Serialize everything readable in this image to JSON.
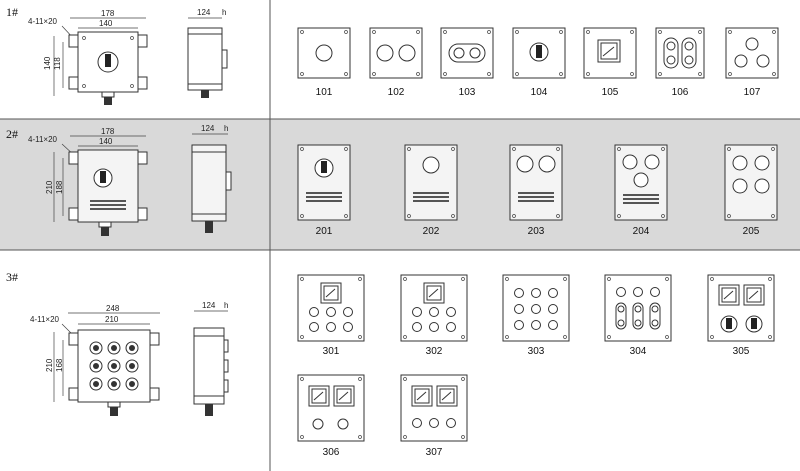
{
  "rows": [
    {
      "label": "1#",
      "dims": {
        "note": "4-11×20",
        "w_outer": "178",
        "w_inner": "140",
        "h_outer": "140",
        "h_inner": "118",
        "depth": "124",
        "h": "h"
      },
      "models": [
        "101",
        "102",
        "103",
        "104",
        "105",
        "106",
        "107"
      ]
    },
    {
      "label": "2#",
      "dims": {
        "note": "4-11×20",
        "w_outer": "178",
        "w_inner": "140",
        "h_outer": "210",
        "h_inner": "188",
        "depth": "124",
        "h": "h"
      },
      "models": [
        "201",
        "202",
        "203",
        "204",
        "205"
      ]
    },
    {
      "label": "3#",
      "dims": {
        "note": "4-11×20",
        "w_outer": "248",
        "w_inner": "210",
        "h_outer": "210",
        "h_inner": "168",
        "depth": "124",
        "h": "h"
      },
      "models": [
        "301",
        "302",
        "303",
        "304",
        "305",
        "306",
        "307"
      ]
    }
  ],
  "colors": {
    "highlight": "#d9d9d9",
    "line": "#333333"
  }
}
